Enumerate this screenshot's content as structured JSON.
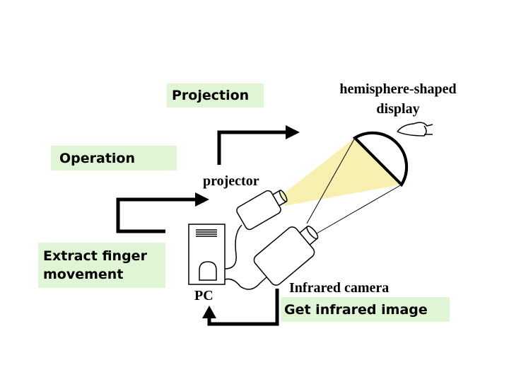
{
  "labels": {
    "projection": "Projection",
    "operation": "Operation",
    "extract_line1": "Extract finger",
    "extract_line2": "movement",
    "get_infrared": "Get infrared image",
    "display_line1": "hemisphere-shaped",
    "display_line2": "display",
    "projector": "projector",
    "infrared_camera": "Infrared camera",
    "pc": "PC"
  },
  "colors": {
    "box_fill": "#dff5d5",
    "beam": "#f8f0b0"
  }
}
